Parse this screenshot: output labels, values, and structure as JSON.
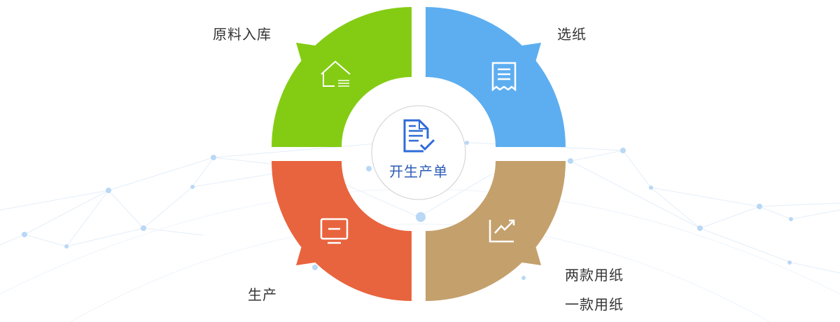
{
  "center": {
    "label": "开生产单",
    "icon": "document-check-icon"
  },
  "segments": [
    {
      "label": "原料入库",
      "icon": "warehouse-icon",
      "color": "#84cc14"
    },
    {
      "label": "选纸",
      "icon": "receipt-icon",
      "color": "#5daef0"
    },
    {
      "label": "生产",
      "icon": "monitor-icon",
      "color": "#e8643e"
    },
    {
      "label_lines": [
        "两款用纸",
        "一款用纸"
      ],
      "icon": "trend-chart-icon",
      "color": "#c4a06c"
    }
  ],
  "colors": {
    "center_text": "#2d5bb8",
    "network": "#b9d8f5"
  }
}
